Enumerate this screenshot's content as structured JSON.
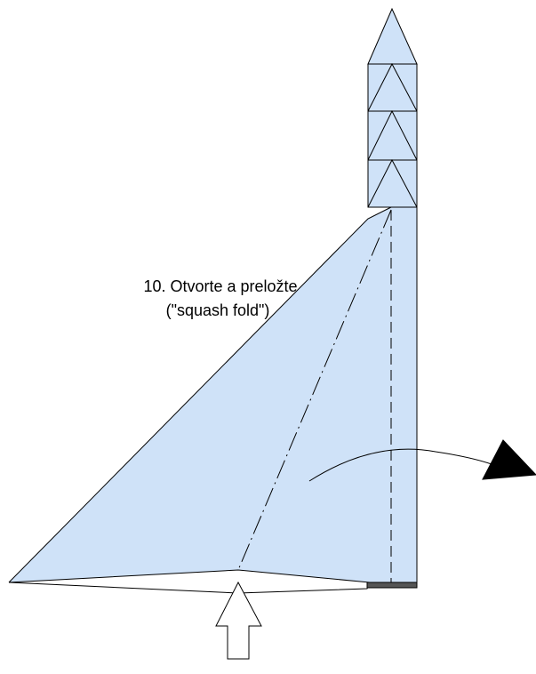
{
  "diagram": {
    "step_label_line1": "10. Otvorte a preložte",
    "step_label_line2": "(\"squash fold\")",
    "colors": {
      "paper_fill": "#cfe2f8",
      "outline": "#000000",
      "background": "#ffffff"
    },
    "fold_lines": [
      "valley-fold-dashed",
      "mountain-fold-dash-dot"
    ],
    "arrows": [
      "push-arrow-up",
      "rotate-arrow-right"
    ]
  }
}
